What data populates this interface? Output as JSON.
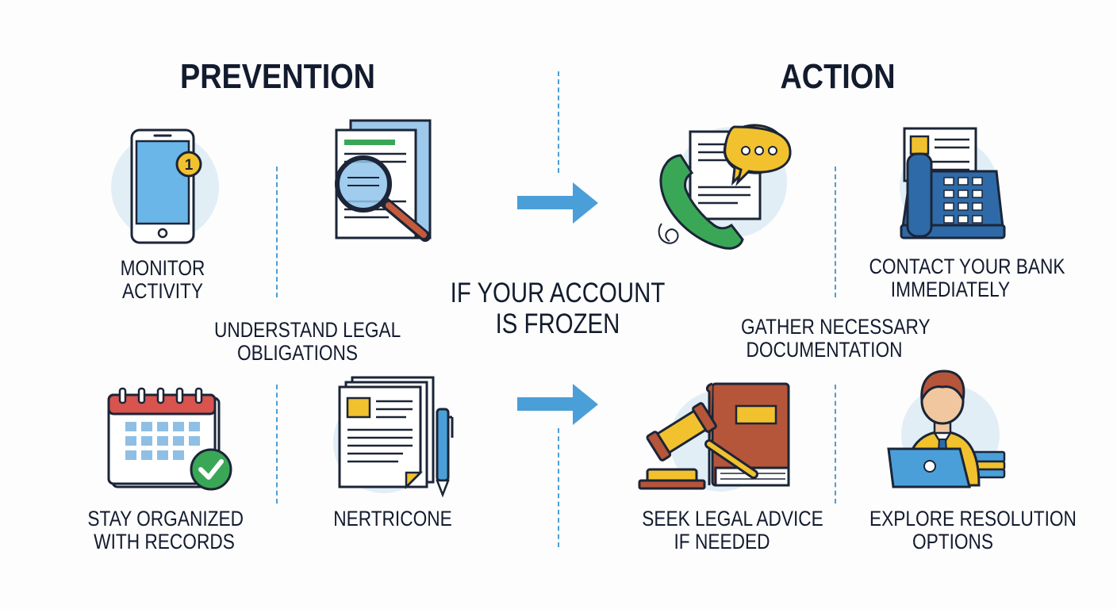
{
  "sections": {
    "prevention": {
      "title": "PREVENTION"
    },
    "action": {
      "title": "ACTION"
    }
  },
  "center": {
    "line1": "IF YOUR ACCOUNT",
    "line2": "IS FROZEN"
  },
  "prevention_items": {
    "monitor": {
      "line1": "MONITOR",
      "line2": "ACTIVITY",
      "icon": "smartphone-notification-icon"
    },
    "legal": {
      "line1": "UNDERSTAND LEGAL",
      "line2": "OBLIGATIONS",
      "icon": "document-magnifier-icon"
    },
    "organized": {
      "line1": "STAY ORGANIZED",
      "line2": "WITH RECORDS",
      "icon": "calendar-check-icon"
    },
    "nertricone": {
      "line1": "NERTRICONE",
      "icon": "documents-pen-icon"
    }
  },
  "action_items": {
    "gather": {
      "line1": "GATHER NECESSARY",
      "line2": "DOCUMENTATION",
      "icon": "phone-chat-document-icon"
    },
    "contact": {
      "line1": "CONTACT YOUR BANK",
      "line2": "IMMEDIATELY",
      "icon": "desk-phone-icon"
    },
    "legal_advice": {
      "line1": "SEEK LEGAL ADVICE",
      "line2": "IF NEEDED",
      "icon": "gavel-book-icon"
    },
    "resolution": {
      "line1": "EXPLORE RESOLUTION",
      "line2": "OPTIONS",
      "icon": "person-laptop-icon"
    }
  },
  "colors": {
    "accent_blue": "#4a9fd8",
    "light_circle": "#e2eef6",
    "green": "#3aa757",
    "yellow": "#f2c12e",
    "red": "#d9534f",
    "brown": "#b5553a",
    "navy": "#131b2e"
  }
}
